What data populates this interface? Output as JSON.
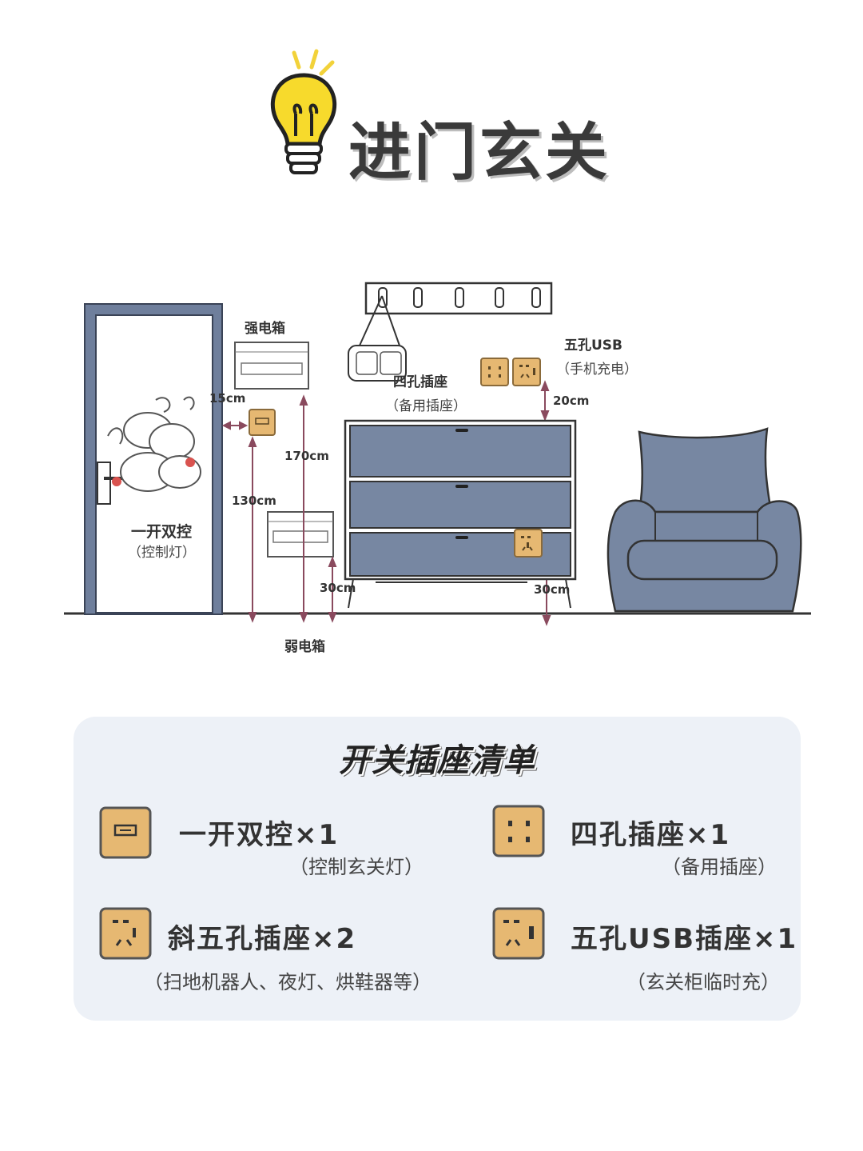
{
  "header": {
    "title": "进门玄关"
  },
  "diagram": {
    "labels": {
      "strong_box": "强电箱",
      "weak_box": "弱电箱",
      "four_hole": "四孔插座",
      "four_hole_note": "（备用插座）",
      "usb": "五孔USB",
      "usb_note": "（手机充电）",
      "switch": "一开双控",
      "switch_note": "（控制灯）"
    },
    "dimensions": {
      "d15": "15cm",
      "d170": "170cm",
      "d130": "130cm",
      "d30_left": "30cm",
      "d30_right": "30cm",
      "d20": "20cm"
    }
  },
  "checklist": {
    "title": "开关插座清单",
    "items": [
      {
        "icon": "single-switch-icon",
        "name": "一开双控×1",
        "note": "（控制玄关灯）"
      },
      {
        "icon": "four-hole-socket-icon",
        "name": "四孔插座×1",
        "note": "（备用插座）"
      },
      {
        "icon": "five-hole-socket-icon",
        "name": "斜五孔插座×2",
        "note": "（扫地机器人、夜灯、烘鞋器等）"
      },
      {
        "icon": "usb-socket-icon",
        "name": "五孔USB插座×1",
        "note": "（玄关柜临时充）"
      }
    ]
  },
  "colors": {
    "panel_tan": "#e6b872",
    "furniture_blue": "#7787a2",
    "dimension_line": "#8a4a5e",
    "card_bg": "#edf1f7"
  }
}
